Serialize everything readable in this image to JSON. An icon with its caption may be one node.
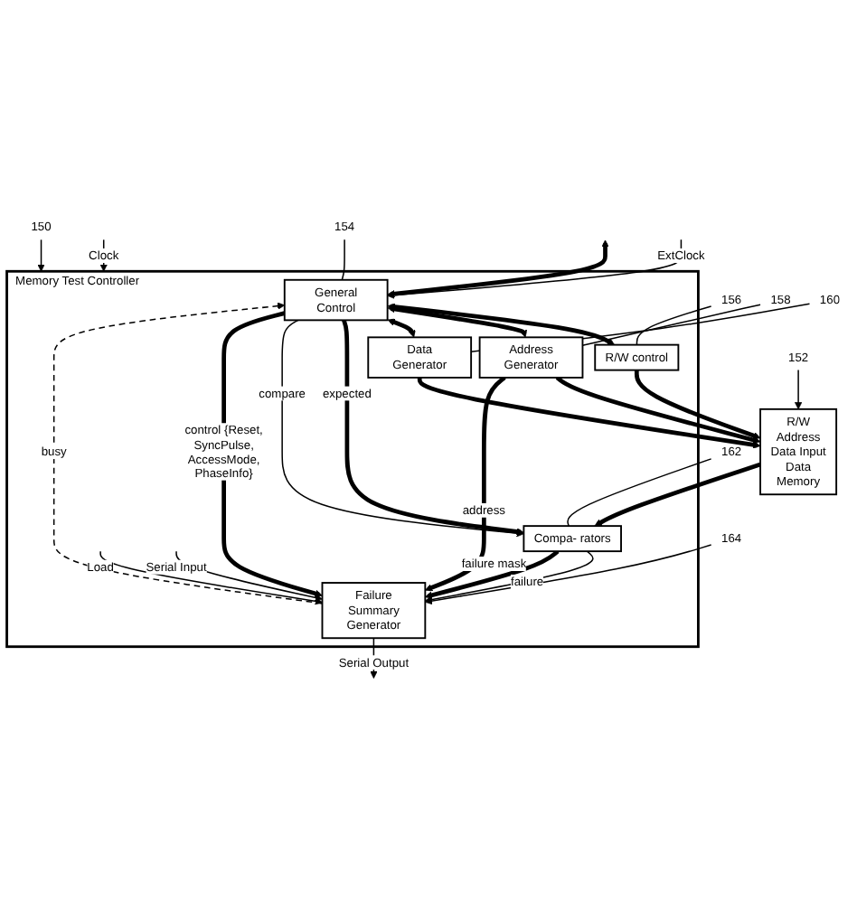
{
  "diagram": {
    "nodes": [
      {
        "text": [
          "Memory Test Controller"
        ]
      },
      {
        "text": [
          "General Control"
        ],
        "in": 0
      },
      {
        "text": [
          "R/W control"
        ],
        "in": 0
      },
      {
        "text": [
          "Address Generator"
        ],
        "in": 0
      },
      {
        "text": [
          "Data Generator"
        ],
        "in": 0
      },
      {
        "text": [
          "Compa- rators"
        ],
        "in": 0
      },
      {
        "text": [
          "Failure Summary Generator"
        ],
        "in": 0
      },
      {
        "text": [
          "R/W",
          "Address",
          "Data Input",
          "Data",
          "Memory"
        ]
      },
      {
        "text": [
          "150"
        ]
      },
      {
        "text": [
          "152"
        ]
      },
      {
        "text": [
          "154"
        ]
      },
      {
        "text": [
          "156"
        ]
      },
      {
        "text": [
          "158"
        ]
      },
      {
        "text": [
          "160"
        ]
      },
      {
        "text": [
          "162"
        ]
      },
      {
        "text": [
          "164"
        ]
      }
    ],
    "edges": [
      {
        "from": null,
        "to": 0,
        "arrow": "to",
        "label": "Clock"
      },
      {
        "from": null,
        "to": 1,
        "arrow": "to",
        "label": "ExtClock"
      },
      {
        "from": null,
        "to": 1,
        "arrow": "both",
        "style": "thick"
      },
      {
        "from": 1,
        "to": 2,
        "arrow": "both",
        "style": "thick"
      },
      {
        "from": 1,
        "to": 3,
        "arrow": "both",
        "style": "thick"
      },
      {
        "from": 1,
        "to": 4,
        "arrow": "both",
        "style": "thick"
      },
      {
        "from": 2,
        "to": 7,
        "arrow": "to",
        "style": "thick"
      },
      {
        "from": 3,
        "to": 7,
        "arrow": "to",
        "style": "thick"
      },
      {
        "from": 4,
        "to": 7,
        "arrow": "to",
        "style": "thick"
      },
      {
        "from": 7,
        "to": 5,
        "arrow": "to",
        "style": "thick"
      },
      {
        "from": 1,
        "to": 5,
        "arrow": "to",
        "label": "expected",
        "style": "thick"
      },
      {
        "from": 1,
        "to": 5,
        "arrow": "to",
        "label": "compare"
      },
      {
        "from": 3,
        "to": 6,
        "arrow": "to",
        "label": "address",
        "style": "thick"
      },
      {
        "from": 5,
        "to": 6,
        "arrow": "to",
        "label": "failure"
      },
      {
        "from": 5,
        "to": 6,
        "arrow": "to",
        "label": "failure mask",
        "style": "thick"
      },
      {
        "from": 1,
        "to": 6,
        "arrow": "to",
        "label": "control {Reset, SyncPulse, AccessMode, PhaseInfo}",
        "style": "thick"
      },
      {
        "from": 6,
        "to": 1,
        "arrow": "to",
        "label": "busy",
        "style": "dashed"
      },
      {
        "from": null,
        "to": 6,
        "arrow": "to",
        "label": "Load"
      },
      {
        "from": null,
        "to": 6,
        "arrow": "to",
        "label": "Serial Input"
      },
      {
        "from": 6,
        "to": null,
        "arrow": "to",
        "label": "Serial Output"
      },
      {
        "from": 8,
        "to": 0,
        "arrow": "to"
      },
      {
        "from": 9,
        "to": 7,
        "arrow": "to"
      },
      {
        "from": 10,
        "to": 1,
        "arrow": "none"
      },
      {
        "from": 11,
        "to": 2,
        "arrow": "none"
      },
      {
        "from": 12,
        "to": 3,
        "arrow": "none"
      },
      {
        "from": 13,
        "to": 4,
        "arrow": "none"
      },
      {
        "from": 14,
        "to": 5,
        "arrow": "none"
      },
      {
        "from": 15,
        "to": 6,
        "arrow": "to"
      }
    ]
  }
}
